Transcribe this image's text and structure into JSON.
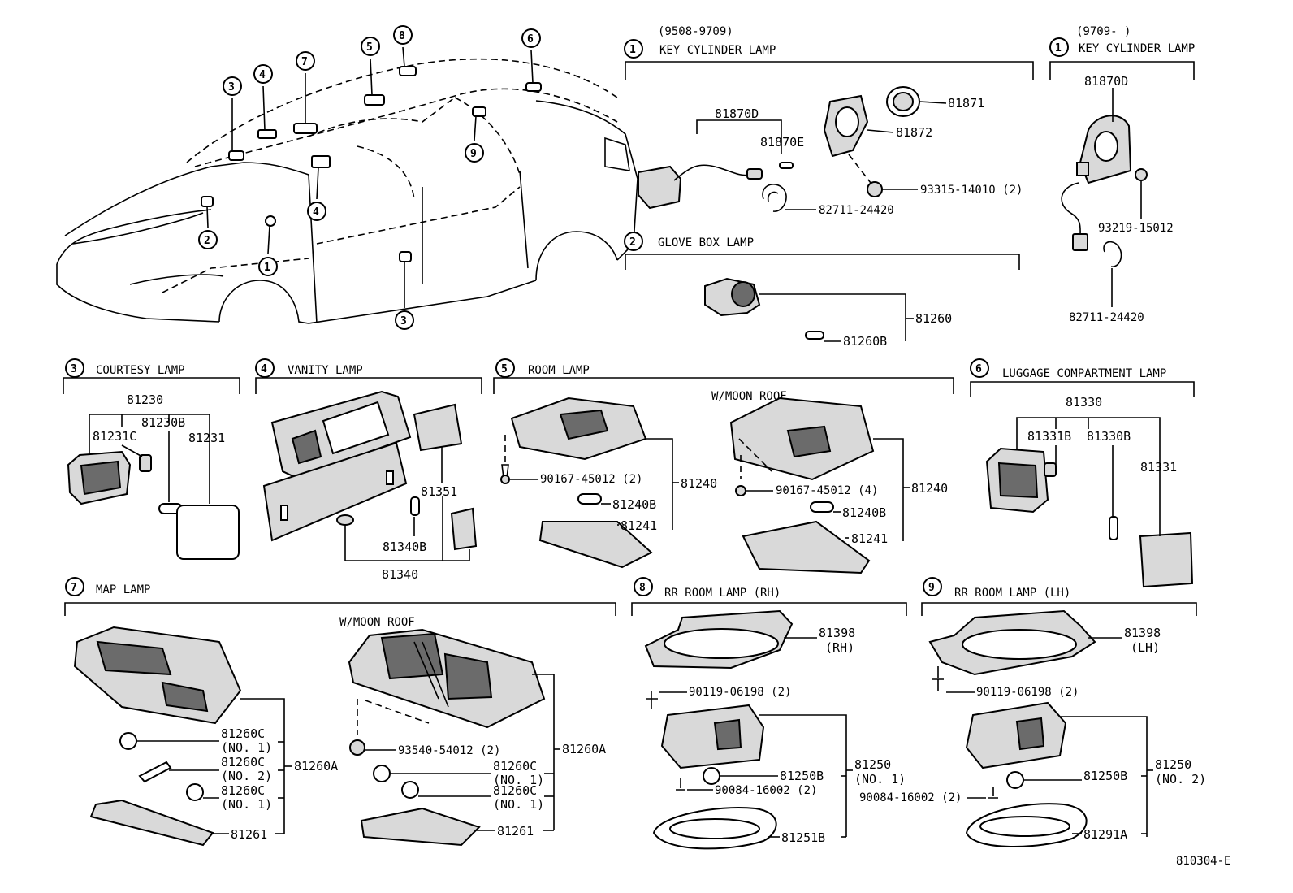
{
  "diagram_id": "810304-E",
  "car": {
    "callouts": [
      "1",
      "2",
      "3",
      "4",
      "5",
      "6",
      "7",
      "8",
      "9",
      "3",
      "4"
    ]
  },
  "sections": {
    "key_cyl_a": {
      "num": "1",
      "period": "(9508-9709)",
      "title": "KEY CYLINDER LAMP",
      "parts": [
        "81870D",
        "81870E",
        "81871",
        "81872",
        "93315-14010 (2)",
        "82711-24420"
      ]
    },
    "key_cyl_b": {
      "num": "1",
      "period": "(9709-      )",
      "title": "KEY CYLINDER LAMP",
      "parts": [
        "81870D",
        "93219-15012",
        "82711-24420"
      ]
    },
    "glove": {
      "num": "2",
      "title": "GLOVE BOX LAMP",
      "parts": [
        "81260",
        "81260B"
      ]
    },
    "courtesy": {
      "num": "3",
      "title": "COURTESY LAMP",
      "parts": [
        "81230",
        "81231C",
        "81230B",
        "81231"
      ]
    },
    "vanity": {
      "num": "4",
      "title": "VANITY LAMP",
      "parts": [
        "81351",
        "81340B",
        "81340"
      ]
    },
    "room": {
      "num": "5",
      "title": "ROOM LAMP",
      "variant": "W/MOON ROOF",
      "parts": [
        "90167-45012 (2)",
        "81240",
        "81240B",
        "81241",
        "90167-45012 (4)",
        "81240",
        "81240B",
        "81241"
      ]
    },
    "luggage": {
      "num": "6",
      "title": "LUGGAGE COMPARTMENT LAMP",
      "parts": [
        "81330",
        "81331B",
        "81330B",
        "81331"
      ]
    },
    "map": {
      "num": "7",
      "title": "MAP LAMP",
      "variant": "W/MOON ROOF",
      "parts": [
        "81260C",
        "(NO. 1)",
        "81260C",
        "(NO. 2)",
        "81260C",
        "(NO. 1)",
        "81260A",
        "81261",
        "93540-54012 (2)",
        "81260C",
        "(NO. 1)",
        "81260C",
        "(NO. 1)",
        "81260A",
        "81261"
      ]
    },
    "rr_rh": {
      "num": "8",
      "title": "RR ROOM LAMP  (RH)",
      "parts": [
        "81398",
        "(RH)",
        "90119-06198 (2)",
        "81250B",
        "81250",
        "(NO. 1)",
        "90084-16002 (2)",
        "81251B"
      ]
    },
    "rr_lh": {
      "num": "9",
      "title": "RR ROOM LAMP  (LH)",
      "parts": [
        "81398",
        "(LH)",
        "90119-06198 (2)",
        "81250B",
        "81250",
        "(NO. 2)",
        "90084-16002 (2)",
        "81291A"
      ]
    }
  }
}
